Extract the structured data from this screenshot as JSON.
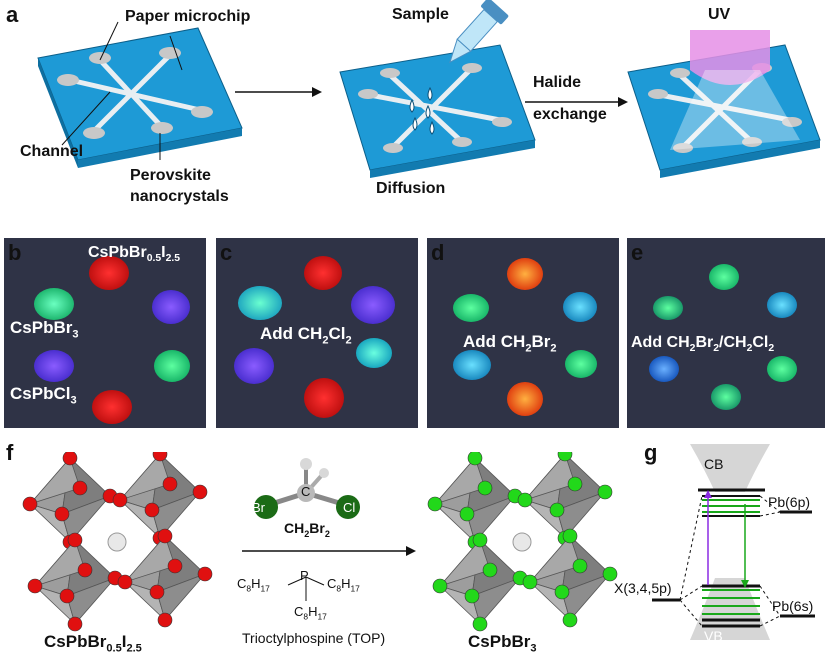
{
  "panel_a": {
    "letter": "a",
    "paper_microchip": "Paper microchip",
    "channel": "Channel",
    "perovskite_line1": "Perovskite",
    "perovskite_line2": "nanocrystals",
    "sample": "Sample",
    "diffusion": "Diffusion",
    "halide_line1": "Halide",
    "halide_line2": "exchange",
    "uv": "UV"
  },
  "panel_b": {
    "letter": "b",
    "top_formula": "CsPbBr",
    "top_sub1": "0.5",
    "top_I": "I",
    "top_sub2": "2.5",
    "mid_label": "CsPbBr",
    "mid_sub": "3",
    "bottom_label": "CsPbCl",
    "bottom_sub": "3"
  },
  "panel_c": {
    "letter": "c",
    "add": "Add CH",
    "sub1": "2",
    "mid": "Cl",
    "sub2": "2"
  },
  "panel_d": {
    "letter": "d",
    "add": "Add CH",
    "sub1": "2",
    "mid": "Br",
    "sub2": "2"
  },
  "panel_e": {
    "letter": "e",
    "add": "Add CH",
    "sub1": "2",
    "mid": "Br",
    "sub2": "2",
    "slash": "/CH",
    "sub3": "2",
    "mid2": "Cl",
    "sub4": "2"
  },
  "panel_f": {
    "letter": "f",
    "left_formula": "CsPbBr",
    "left_sub1": "0.5",
    "left_I": "I",
    "left_sub2": "2.5",
    "right_formula": "CsPbBr",
    "right_sub": "3",
    "mol_br": "Br",
    "mol_c": "C",
    "mol_cl": "Cl",
    "ch2br2": "CH",
    "ch2br2_sub1": "2",
    "ch2br2_mid": "Br",
    "ch2br2_sub2": "2",
    "top_p": "P",
    "c8h17": "C",
    "c8h17_sub1": "8",
    "c8h17_h": "H",
    "c8h17_sub2": "17",
    "top_name": "Trioctylphospine (TOP)"
  },
  "panel_g": {
    "letter": "g",
    "cb": "CB",
    "vb": "VB",
    "pb6p": "Pb(6p)",
    "pb6s": "Pb(6s)",
    "x_orb": "X(3,4,5p)"
  },
  "colors": {
    "chip_blue": "#1e9ad6",
    "red_atom": "#e01010",
    "green_atom": "#22d81a",
    "octa_gray": "#8a8a8a"
  }
}
